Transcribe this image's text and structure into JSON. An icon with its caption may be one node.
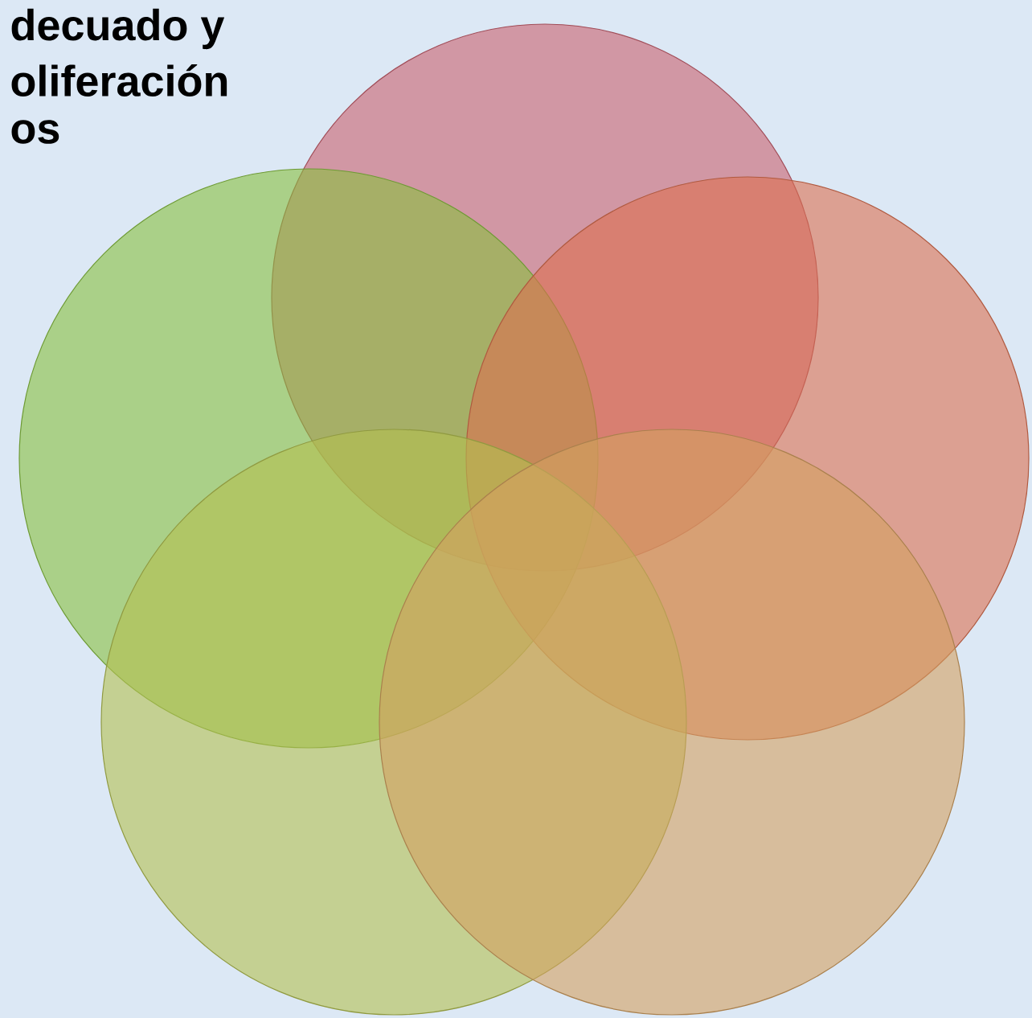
{
  "diagram": {
    "nodes": [
      {
        "text": [],
        "shape": "circle"
      },
      {
        "text": [],
        "shape": "circle"
      },
      {
        "text": [],
        "shape": "circle"
      },
      {
        "text": [],
        "shape": "circle"
      },
      {
        "text": [],
        "shape": "circle"
      }
    ],
    "labels": [
      "decuado y",
      "oliferación",
      "os"
    ]
  }
}
